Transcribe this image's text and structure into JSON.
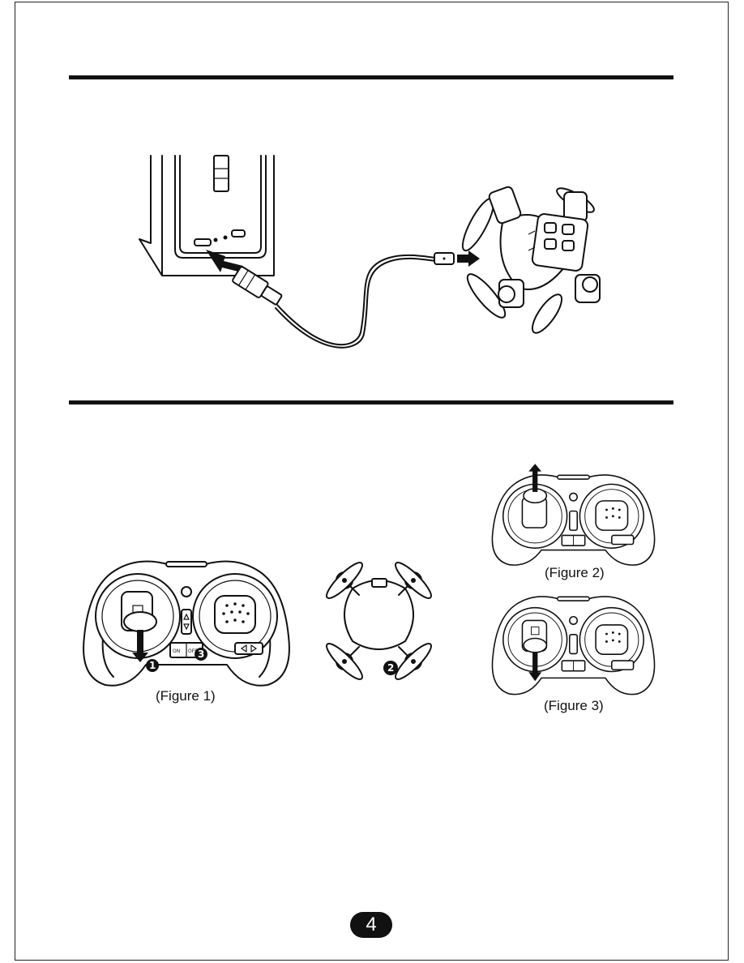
{
  "figures": {
    "figure1": "(Figure 1)",
    "figure2": "(Figure 2)",
    "figure3": "(Figure 3)"
  },
  "controller_buttons": {
    "on": "ON",
    "off": "OFF"
  },
  "step_badges": {
    "step1": "1",
    "step2": "2",
    "step3": "3"
  },
  "page_number": "4"
}
